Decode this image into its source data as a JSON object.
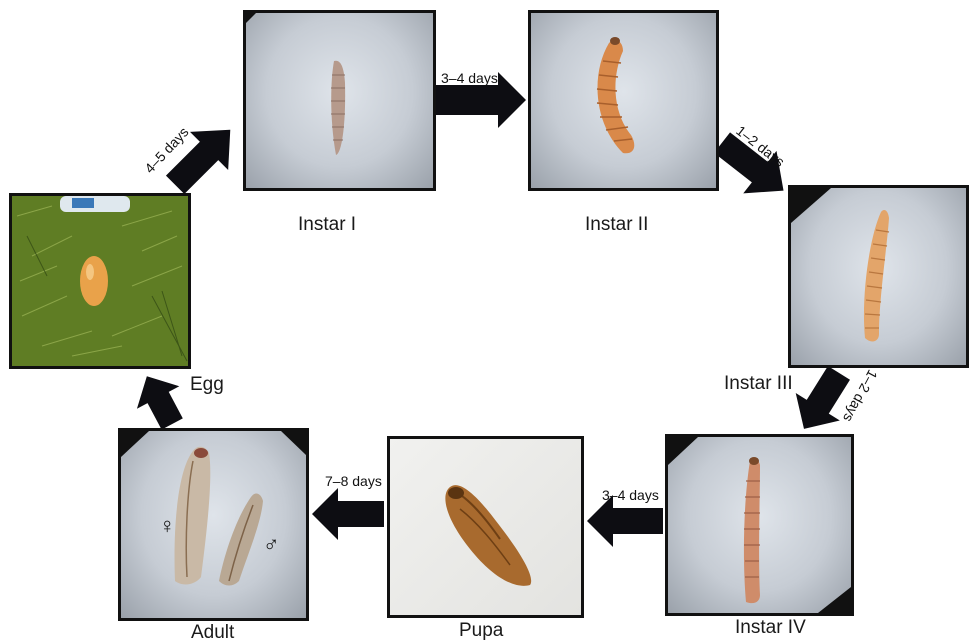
{
  "stages": {
    "egg": "Egg",
    "instar1": "Instar I",
    "instar2": "Instar II",
    "instar3": "Instar III",
    "instar4": "Instar IV",
    "pupa": "Pupa",
    "adult": "Adult"
  },
  "durations": {
    "egg_to_instar1": "4–5 days",
    "instar1_to_instar2": "3–4 days",
    "instar2_to_instar3": "1–2 days",
    "instar3_to_instar4": "1–2 days",
    "instar4_to_pupa": "3–4 days",
    "pupa_to_adult": "7–8 days"
  },
  "sex_symbols": {
    "female": "♀",
    "male": "♂"
  },
  "colors": {
    "arrow": "#0d0d12",
    "border": "#111111",
    "larva": "#d9894a",
    "egg": "#e9a24a",
    "leaf": "#6b8a2a"
  }
}
